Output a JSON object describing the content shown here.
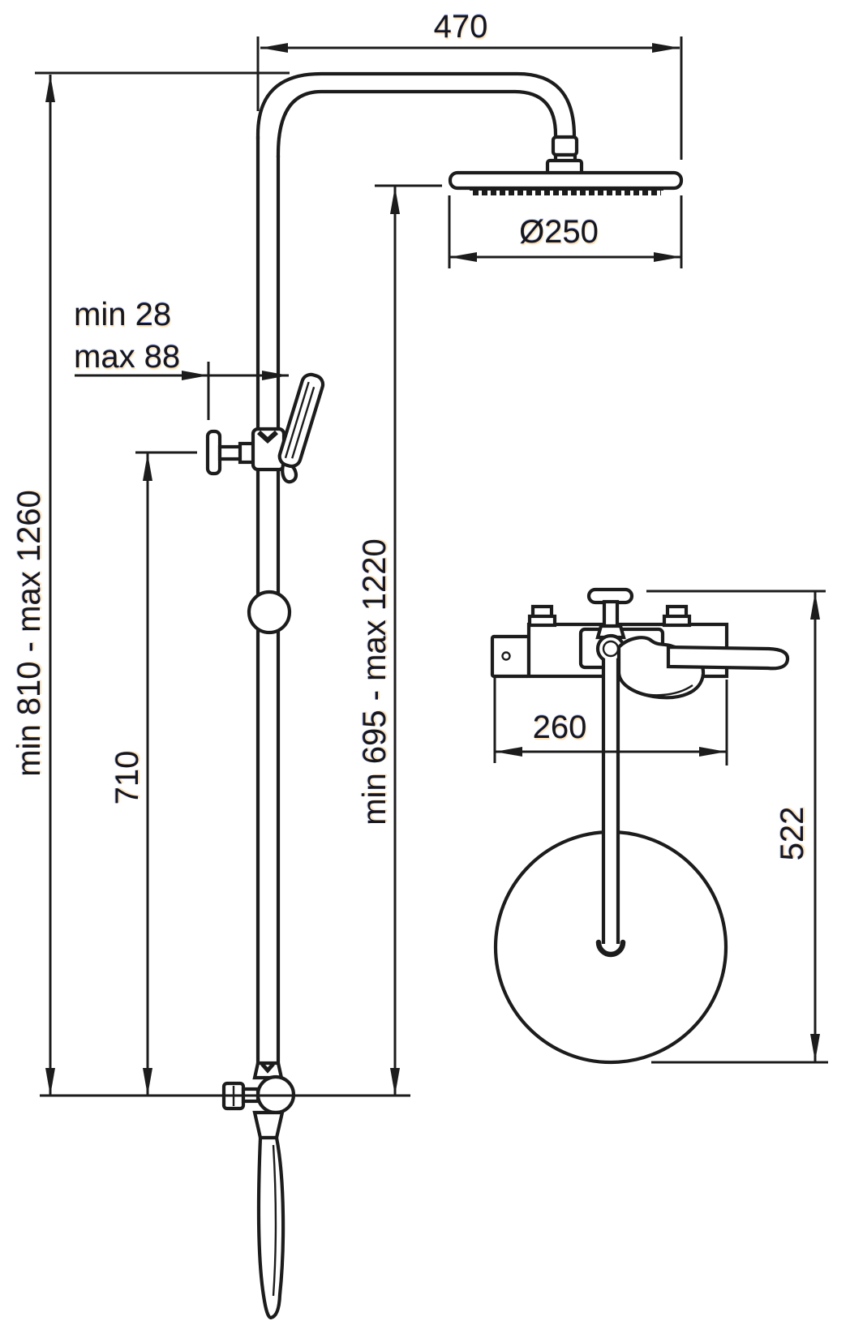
{
  "drawing": {
    "background_color": "#ffffff",
    "line_color": "#1c1c1c",
    "label_color": "#16171c"
  },
  "labels": {
    "arm_width": "470",
    "head_diameter": "Ø250",
    "bracket_offset_min": "min 28",
    "bracket_offset_max": "max 88",
    "column_height": "min 810 - max 1260",
    "slider_height": "710",
    "head_height": "min 695 - max 1220",
    "valve_width": "260",
    "valve_drop": "522"
  }
}
